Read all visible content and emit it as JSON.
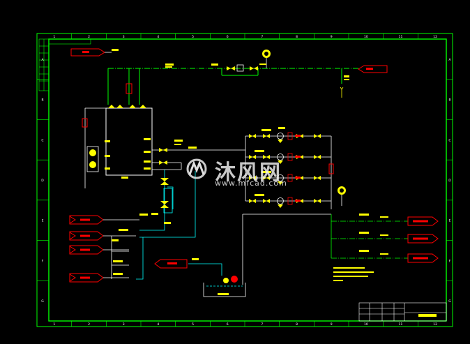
{
  "drawing": {
    "border_color": "#00ff00",
    "line_color": "#ffffff",
    "accent_red": "#ff0000",
    "accent_yellow": "#ffff00",
    "accent_cyan": "#00ffff",
    "accent_green": "#00ff00",
    "column_labels": [
      "1",
      "2",
      "3",
      "4",
      "5",
      "6",
      "7",
      "8",
      "9",
      "10",
      "11",
      "12"
    ],
    "row_labels": [
      "A",
      "B",
      "C",
      "D",
      "E",
      "F",
      "G"
    ]
  },
  "watermark": {
    "text_cn": "沐风网",
    "url": "www.mfcad.com"
  },
  "icons": {
    "logo": "mfcad-logo-icon",
    "valve": "valve-icon",
    "pump": "pump-icon",
    "arrow_connector": "pipe-connector-arrow-icon"
  }
}
